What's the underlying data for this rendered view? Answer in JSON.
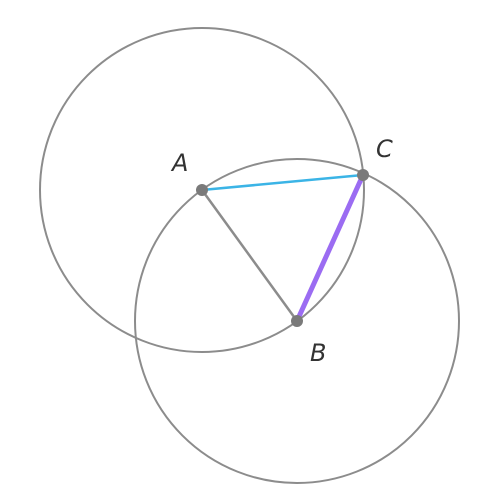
{
  "diagram": {
    "points": {
      "A": {
        "label": "A"
      },
      "B": {
        "label": "B"
      },
      "C": {
        "label": "C"
      }
    },
    "colors": {
      "circle": "#8c8c8c",
      "segment_ab": "#8c8c8c",
      "segment_ac": "#3bb4e6",
      "segment_bc": "#9b6cf2",
      "point": "#7a7a7a",
      "label": "#333333"
    }
  }
}
